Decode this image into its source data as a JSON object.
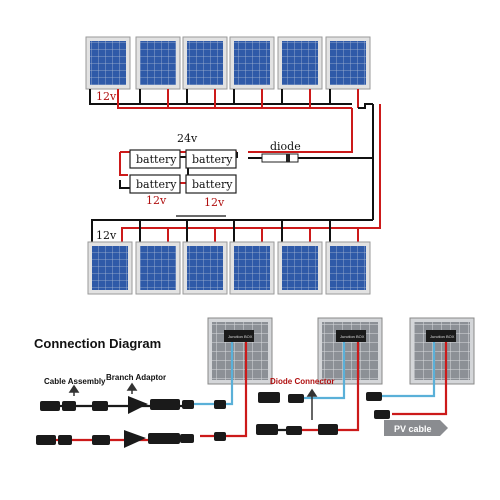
{
  "labels": {
    "top_voltage": "12v",
    "bottom_voltage": "12v",
    "bank_voltage": "24v",
    "diode": "diode",
    "battery": "battery",
    "bank_left_voltage": "12v",
    "bank_right_voltage": "12v"
  },
  "connection": {
    "title": "Connection Diagram",
    "cable_assembly": "Cable Assembly",
    "branch_adaptor": "Branch Adaptor",
    "diode_connector": "Diode Connector",
    "pv_cable": "PV cable",
    "junction_box": "Junction BOX"
  },
  "colors": {
    "positive_wire": "#cc1a1a",
    "negative_wire": "#111111",
    "panel_cell": "#2f5aa8",
    "panel_frame": "#d7d7d7",
    "pv_cable_wire": "#5ab0d8"
  }
}
